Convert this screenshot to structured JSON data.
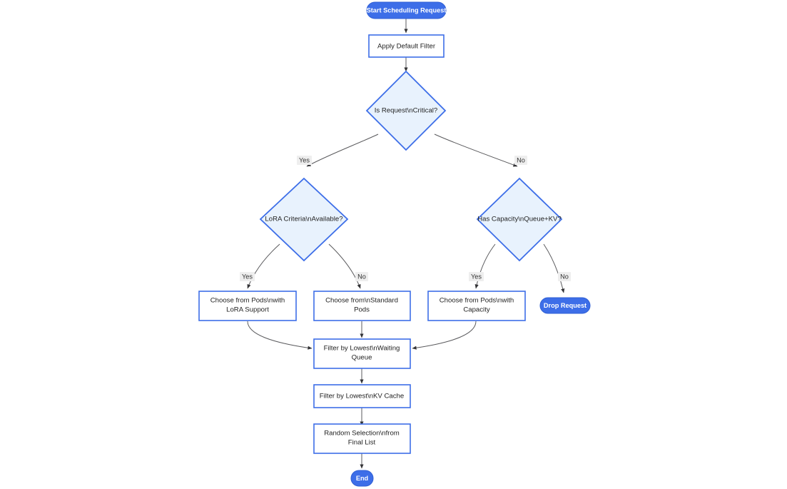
{
  "diagram": {
    "type": "flowchart",
    "direction": "top-to-bottom",
    "colors": {
      "terminal_fill": "#3d6ee8",
      "terminal_text": "#ffffff",
      "process_fill": "#ffffff",
      "process_border": "#3d6ee8",
      "decision_fill": "#e8f2fd",
      "decision_border": "#3d6ee8",
      "edge_stroke": "#59595c",
      "edge_label_bg": "#eeeeee",
      "node_text": "#222222",
      "background": "#ffffff"
    },
    "nodes": {
      "start": {
        "label": "Start Scheduling Request",
        "shape": "stadium"
      },
      "apply_default_filter": {
        "label": "Apply Default Filter",
        "shape": "rect"
      },
      "is_request_critical": {
        "label": "Is Request\\nCritical?",
        "shape": "diamond"
      },
      "lora_criteria_available": {
        "label": "LoRA Criteria\\nAvailable?",
        "shape": "diamond"
      },
      "has_capacity": {
        "label": "Has Capacity\\nQueue+KV?",
        "shape": "diamond"
      },
      "choose_lora_pods": {
        "label_line1": "Choose from Pods\\nwith",
        "label_line2": "LoRA Support",
        "shape": "rect"
      },
      "choose_standard_pods": {
        "label_line1": "Choose from\\nStandard",
        "label_line2": "Pods",
        "shape": "rect"
      },
      "choose_capacity_pods": {
        "label_line1": "Choose from Pods\\nwith",
        "label_line2": "Capacity",
        "shape": "rect"
      },
      "drop_request": {
        "label": "Drop Request",
        "shape": "stadium"
      },
      "filter_waiting_queue": {
        "label_line1": "Filter by Lowest\\nWaiting",
        "label_line2": "Queue",
        "shape": "rect"
      },
      "filter_kv_cache": {
        "label": "Filter by Lowest\\nKV Cache",
        "shape": "rect"
      },
      "random_selection": {
        "label_line1": "Random Selection\\nfrom",
        "label_line2": "Final List",
        "shape": "rect"
      },
      "end": {
        "label": "End",
        "shape": "stadium"
      }
    },
    "edge_labels": {
      "critical_yes": "Yes",
      "critical_no": "No",
      "lora_yes": "Yes",
      "lora_no": "No",
      "capacity_yes": "Yes",
      "capacity_no": "No"
    }
  }
}
